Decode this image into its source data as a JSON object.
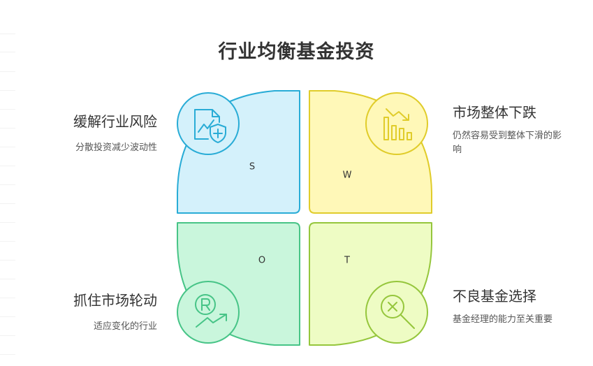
{
  "title": "行业均衡基金投资",
  "quadrants": [
    {
      "letter": "S",
      "heading": "缓解行业风险",
      "desc": "分散投资减少波动性",
      "icon": "document-shield-icon",
      "fill": "#d4f1fb",
      "stroke": "#29acd6"
    },
    {
      "letter": "W",
      "heading": "市场整体下跌",
      "desc": "仍然容易受到整体下滑的影响",
      "icon": "declining-bar-chart-icon",
      "fill": "#fff8b8",
      "stroke": "#e0cc2a"
    },
    {
      "letter": "O",
      "heading": "抓住市场轮动",
      "desc": "适应变化的行业",
      "icon": "rising-trend-coin-icon",
      "fill": "#c9f6dc",
      "stroke": "#47c487"
    },
    {
      "letter": "T",
      "heading": "不良基金选择",
      "desc": "基金经理的能力至关重要",
      "icon": "search-x-icon",
      "fill": "#eefcc4",
      "stroke": "#95c63c"
    }
  ]
}
